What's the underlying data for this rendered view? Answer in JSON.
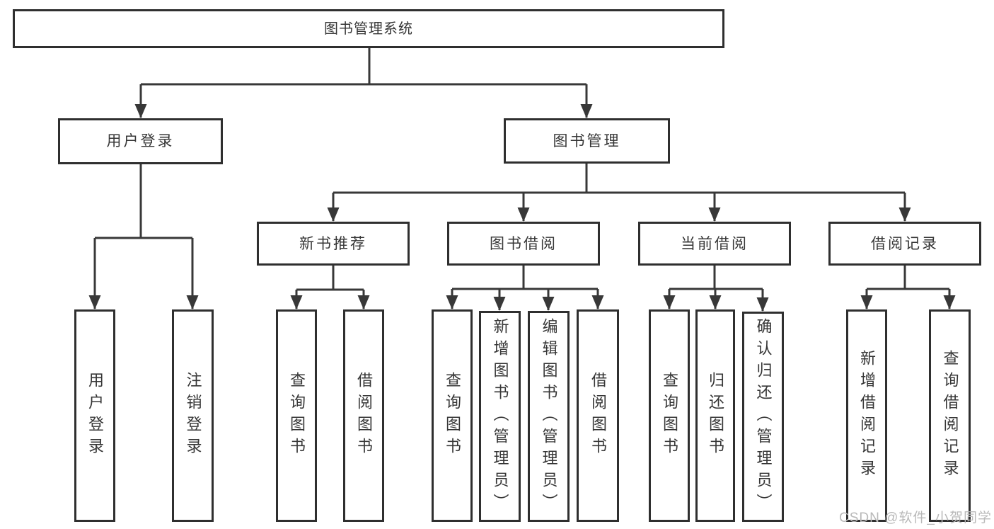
{
  "tree": {
    "label": "图书管理系统",
    "children": [
      {
        "label": "用户登录",
        "children": [
          {
            "label": "用户登录"
          },
          {
            "label": "注销登录"
          }
        ]
      },
      {
        "label": "图书管理",
        "children": [
          {
            "label": "新书推荐",
            "children": [
              {
                "label": "查询图书"
              },
              {
                "label": "借阅图书"
              }
            ]
          },
          {
            "label": "图书借阅",
            "children": [
              {
                "label": "查询图书"
              },
              {
                "label": "新增图书（管理员）"
              },
              {
                "label": "编辑图书（管理员）"
              },
              {
                "label": "借阅图书"
              }
            ]
          },
          {
            "label": "当前借阅",
            "children": [
              {
                "label": "查询图书"
              },
              {
                "label": "归还图书"
              },
              {
                "label": "确认归还（管理员）"
              }
            ]
          },
          {
            "label": "借阅记录",
            "children": [
              {
                "label": "新增借阅记录"
              },
              {
                "label": "查询借阅记录"
              }
            ]
          }
        ]
      }
    ]
  },
  "watermark": "CSDN @软件_小贺同学",
  "colors": {
    "line": "#383838",
    "box_border": "#2f2f2f",
    "text": "#363636",
    "watermark": "#b9b9b9",
    "background": "#ffffff"
  }
}
